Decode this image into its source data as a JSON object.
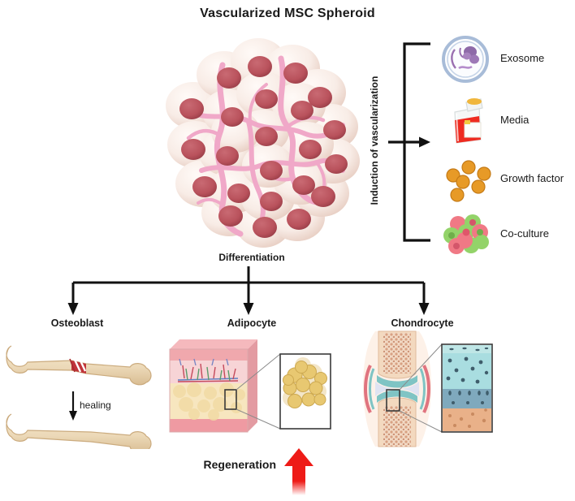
{
  "figure": {
    "title": "Vascularized MSC Spheroid"
  },
  "spheroid": {
    "name": "vascularized-msc-spheroid",
    "cell_body_color": "#f7ece6",
    "cell_edge_color": "#e8cfc4",
    "nucleus_color": "#b9525c",
    "vessel_color": "#f0a8c8"
  },
  "induction": {
    "axis_label": "Induction of vascularization",
    "methods": [
      {
        "label": "Exosome",
        "icon": "exosome-icon",
        "color": "#8e6aa8"
      },
      {
        "label": "Media",
        "icon": "media-bottle-icon",
        "color": "#ee2b20"
      },
      {
        "label": "Growth factor",
        "icon": "growth-factor-icon",
        "color": "#e79a27"
      },
      {
        "label": "Co-culture",
        "icon": "co-culture-icon",
        "color": "#f0727f"
      }
    ]
  },
  "differentiation": {
    "label": "Differentiation",
    "lineages": [
      {
        "label": "Osteoblast",
        "panel": "bone-healing-panel"
      },
      {
        "label": "Adipocyte",
        "panel": "skin-adipose-panel"
      },
      {
        "label": "Chondrocyte",
        "panel": "joint-cartilage-panel"
      }
    ]
  },
  "osteoblast_panel": {
    "healing_label": "healing",
    "bone_color": "#ecd9b8",
    "bone_shade": "#d9bd93",
    "fracture_color": "#c0343a"
  },
  "adipocyte_panel": {
    "epidermis_color": "#f0a8ad",
    "dermis_color": "#f7d4d6",
    "adipose_color": "#f7e6bf",
    "muscle_color": "#ef9aa2",
    "fat_cell_color": "#e8c871"
  },
  "chondrocyte_panel": {
    "bone_color": "#d8a183",
    "marrow_color": "#f2d9c4",
    "cartilage_color": "#7fc4c4",
    "synovial_color": "#dfe3f2",
    "zone_superficial": "#a9dde0",
    "zone_deep": "#7fa9bd",
    "zone_calcified": "#e9b189"
  },
  "regeneration": {
    "label": "Regeneration",
    "arrow_color": "#ee1b17"
  }
}
